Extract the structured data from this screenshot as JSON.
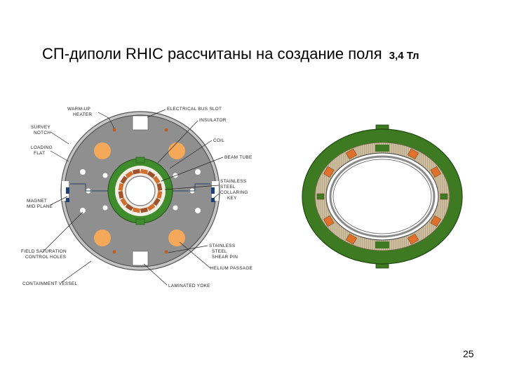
{
  "slide": {
    "title_main": "СП-диполи RHIC рассчитаны на создание поля",
    "title_value": "3,4 Тл",
    "page_number": "25"
  },
  "left_diagram": {
    "labels": {
      "warm_up_heater_1": "WARM-UP",
      "warm_up_heater_2": "HEATER",
      "survey_notch_1": "SURVEY",
      "survey_notch_2": "NOTCH",
      "loading_flat_1": "LOADING",
      "loading_flat_2": "FLAT",
      "magnet_mid_plane_1": "MAGNET",
      "magnet_mid_plane_2": "MID PLANE",
      "field_saturation_1": "FIELD SATURATION",
      "field_saturation_2": "CONTROL HOLES",
      "containment_vessel": "CONTAINMENT VESSEL",
      "electrical_bus_slot": "ELECTRICAL BUS SLOT",
      "insulator": "INSULATOR",
      "coil": "COIL",
      "beam_tube": "BEAM TUBE",
      "collaring_key_1": "STAINLESS",
      "collaring_key_2": "STEEL",
      "collaring_key_3": "COLLARING",
      "collaring_key_4": "KEY",
      "shear_pin_1": "STAINLESS",
      "shear_pin_2": "STEEL",
      "shear_pin_3": "SHEAR PIN",
      "helium_passage": "HELIUM PASSAGE",
      "laminated_yoke": "LAMINATED YOKE"
    }
  },
  "colors": {
    "yoke_gray": "#8a8a8a",
    "vessel_gray": "#bdbdbd",
    "collar_green": "#3d8a2a",
    "dark_green": "#3c7a22",
    "coil_orange": "#d2691e",
    "hole_orange": "#f0a65a",
    "conductor_tan": "#c9b79a"
  }
}
